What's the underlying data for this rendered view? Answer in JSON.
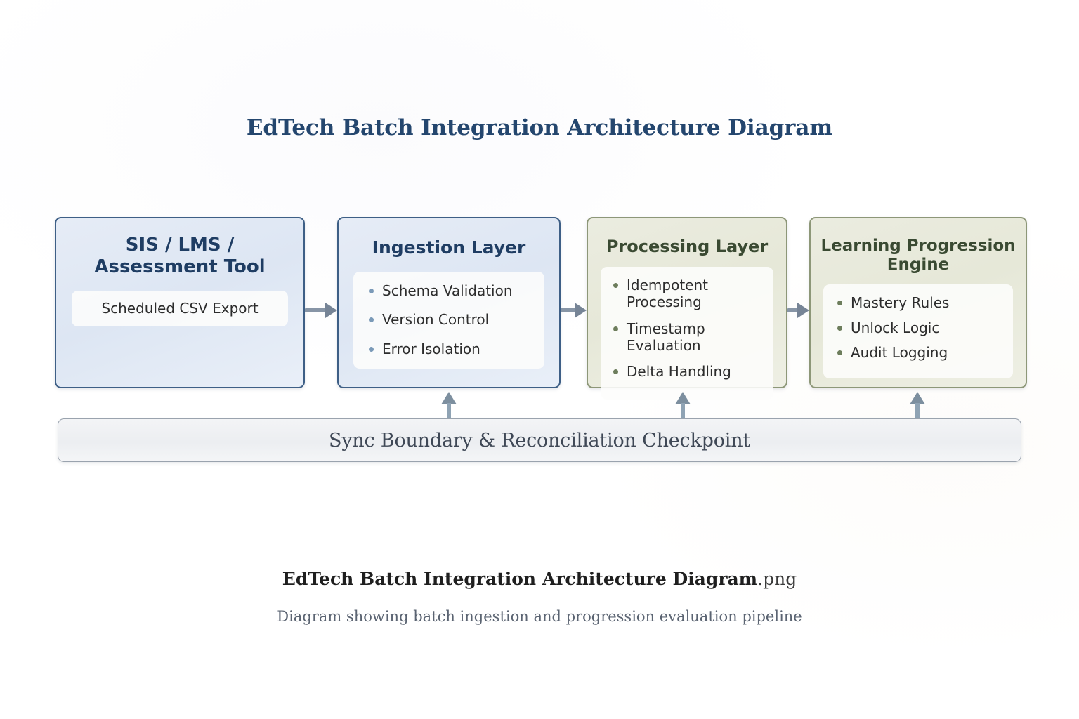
{
  "title": "EdTech Batch Integration Architecture Diagram",
  "colors": {
    "title_text": "#24466e",
    "blue_border": "#3e5f86",
    "blue_fill": "#e3eaf5",
    "blue_title_text": "#1f3d63",
    "blue_bullet": "#7b9ab8",
    "green_border": "#8d9778",
    "green_fill": "#e8eadb",
    "green_title_text": "#3a4a32",
    "green_bullet": "#6d7d5c",
    "arrow": "#7d8f9f",
    "sync_bar_border": "#9aa3ae",
    "sync_bar_fill": "#eff1f3",
    "background": "#ffffff"
  },
  "nodes": [
    {
      "id": "source",
      "title": "SIS / LMS /\nAssessment Tool",
      "title_line1": "SIS / LMS /",
      "title_line2": "Assessment Tool",
      "theme": "blue",
      "panel_text": "Scheduled CSV Export",
      "items": []
    },
    {
      "id": "ingestion",
      "title": "Ingestion Layer",
      "theme": "blue",
      "items": [
        "Schema Validation",
        "Version Control",
        "Error Isolation"
      ]
    },
    {
      "id": "processing",
      "title": "Processing Layer",
      "theme": "green",
      "items": [
        "Idempotent Processing",
        "Timestamp Evaluation",
        "Delta Handling"
      ]
    },
    {
      "id": "engine",
      "title": "Learning Progression Engine",
      "title_line1": "Learning Progression",
      "title_line2": "Engine",
      "theme": "green",
      "items": [
        "Mastery Rules",
        "Unlock Logic",
        "Audit Logging"
      ]
    }
  ],
  "connectors": {
    "horizontal_count": 3,
    "vertical_count": 3,
    "direction": "left-to-right"
  },
  "sync_bar": {
    "label": "Sync Boundary & Reconciliation Checkpoint"
  },
  "caption": {
    "filename": "EdTech Batch Integration Architecture Diagram",
    "extension": ".png",
    "subtitle": "Diagram showing batch ingestion and progression evaluation pipeline"
  }
}
